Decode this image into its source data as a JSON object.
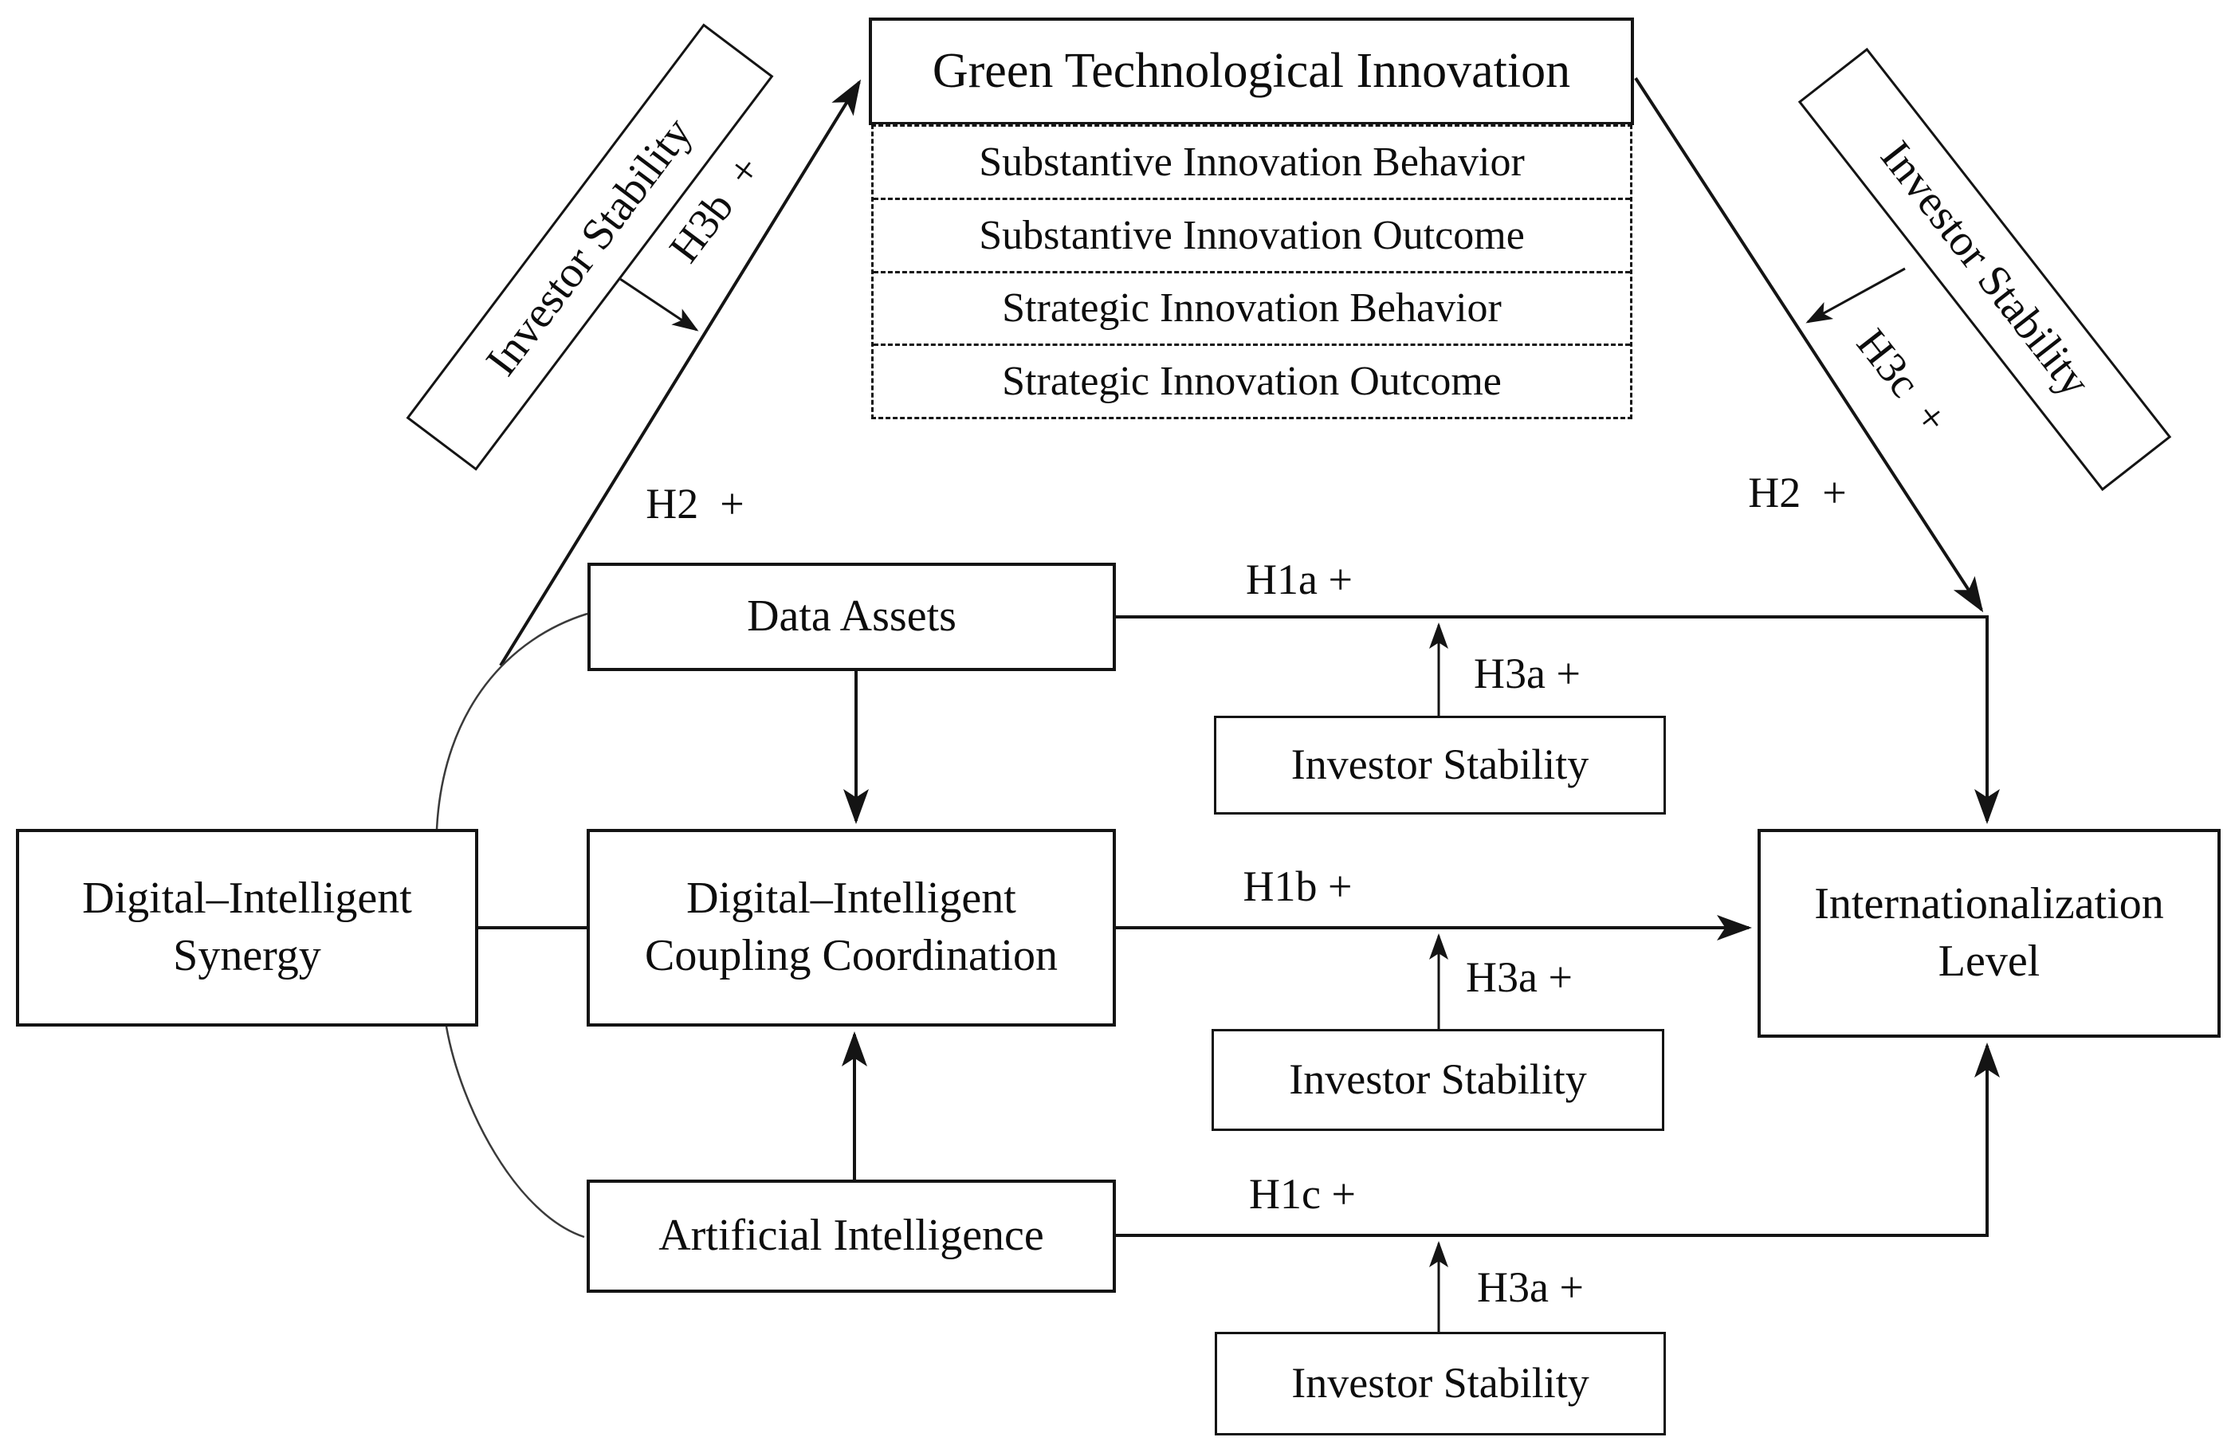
{
  "canvas": {
    "background": "#ffffff",
    "ink": "#141414"
  },
  "nodes": {
    "green_innovation": "Green Technological Innovation",
    "innovation_rows": [
      "Substantive Innovation Behavior",
      "Substantive Innovation Outcome",
      "Strategic Innovation Behavior",
      "Strategic Innovation Outcome"
    ],
    "data_assets": "Data Assets",
    "synergy": {
      "line1": "Digital–Intelligent",
      "line2": "Synergy"
    },
    "coupling": {
      "line1": "Digital–Intelligent",
      "line2": "Coupling Coordination"
    },
    "internationalization": {
      "line1": "Internationalization",
      "line2": "Level"
    },
    "artificial_intelligence": "Artificial Intelligence",
    "investor_stability": "Investor Stability"
  },
  "hypotheses": {
    "h1a": "H1a +",
    "h1b": "H1b +",
    "h1c": "H1c +",
    "h2": "H2  +",
    "h3a": "H3a +",
    "h3b": "H3b  +",
    "h3c": "H3c  +"
  }
}
